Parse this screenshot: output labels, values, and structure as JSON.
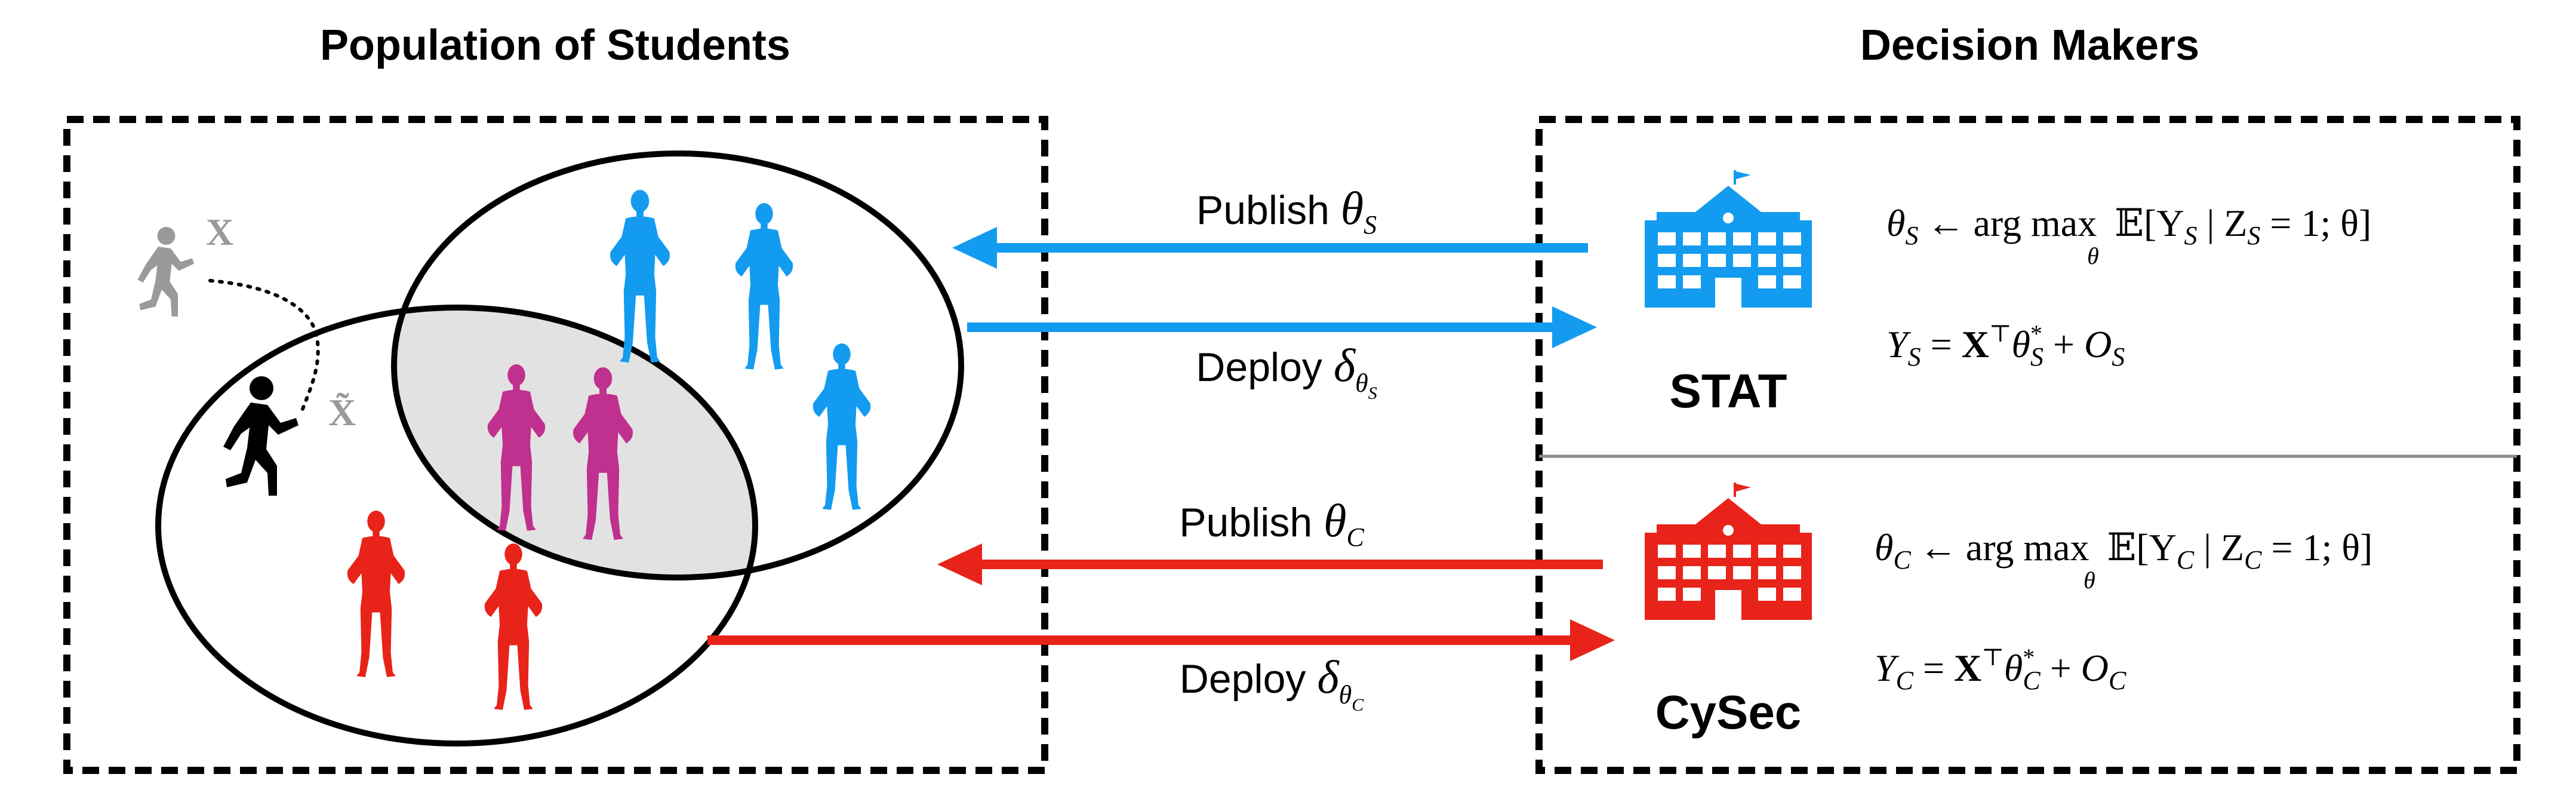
{
  "left_panel": {
    "title": "Population of Students",
    "strategic_student": {
      "original_feature": "X",
      "modified_feature": "X̃"
    }
  },
  "right_panel": {
    "title": "Decision Makers",
    "stat": {
      "name": "STAT",
      "color": "#139BF0",
      "formula_objective": {
        "lhs": "θ",
        "lhs_sub": "S",
        "arrow": "←",
        "op": "arg max",
        "op_under": "θ",
        "expectation": "𝔼[Y",
        "exp_sub": "S",
        "cond": " | Z",
        "cond_sub": "S",
        "cond_rest": " = 1; θ]"
      },
      "formula_outcome": {
        "lhs": "Y",
        "lhs_sub": "S",
        "eq": " = ",
        "x": "X",
        "transpose": "⊤",
        "theta": "θ",
        "theta_sub": "S",
        "theta_sup": "*",
        "plus": " + ",
        "o": "O",
        "o_sub": "S"
      }
    },
    "cysec": {
      "name": "CySec",
      "color": "#E8231A",
      "formula_objective": {
        "lhs": "θ",
        "lhs_sub": "C",
        "arrow": "←",
        "op": "arg max",
        "op_under": "θ",
        "expectation": "𝔼[Y",
        "exp_sub": "C",
        "cond": " | Z",
        "cond_sub": "C",
        "cond_rest": " = 1; θ]"
      },
      "formula_outcome": {
        "lhs": "Y",
        "lhs_sub": "C",
        "eq": " = ",
        "x": "X",
        "transpose": "⊤",
        "theta": "θ",
        "theta_sub": "C",
        "theta_sup": "*",
        "plus": " + ",
        "o": "O",
        "o_sub": "C"
      }
    }
  },
  "arrows": {
    "publish_s": {
      "word": "Publish ",
      "sym": "θ",
      "sub": "S"
    },
    "deploy_s": {
      "word": "Deploy ",
      "sym": "δ",
      "sub": "θ",
      "subsub": "S"
    },
    "publish_c": {
      "word": "Publish ",
      "sym": "θ",
      "sub": "C"
    },
    "deploy_c": {
      "word": "Deploy ",
      "sym": "δ",
      "sub": "θ",
      "subsub": "C"
    }
  },
  "colors": {
    "stat_blue": "#139BF0",
    "cysec_red": "#E8231A",
    "overlap_magenta": "#C0308E",
    "ghost_grey": "#9A9A9A",
    "overlap_fill": "#E2E2E2"
  }
}
